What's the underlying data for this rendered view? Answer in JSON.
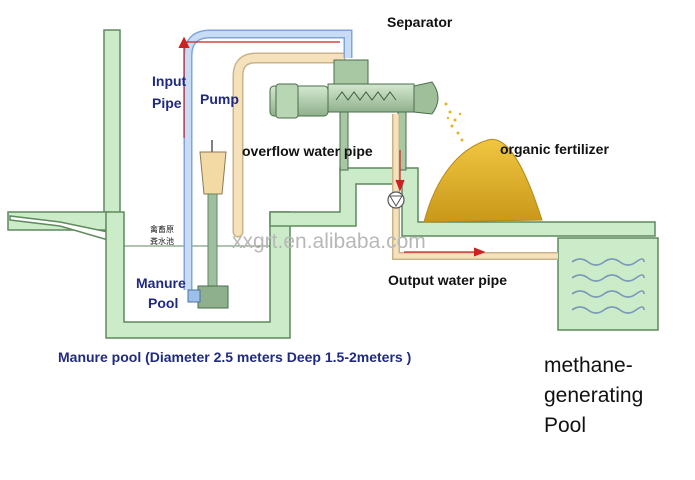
{
  "labels": {
    "separator": "Separator",
    "input_pipe_line1": "Input",
    "input_pipe_line2": "Pipe",
    "pump": "Pump",
    "overflow_water_pipe": "overflow water pipe",
    "organic_fertilizer": "organic fertilizer",
    "output_water_pipe": "Output water pipe",
    "manure_pool_line1": "Manure",
    "manure_pool_line2": "Pool",
    "manure_pool_caption": "Manure pool (Diameter 2.5 meters Deep 1.5-2meters )",
    "methane_line1": "methane-",
    "methane_line2": "generating",
    "methane_line3": "Pool",
    "tank_sign_line1": "禽畜原",
    "tank_sign_line2": "粪水池",
    "watermark": "xxgrt.en.alibaba.com"
  },
  "colors": {
    "structure_fill": "#ccebc9",
    "structure_stroke": "#5e8a5e",
    "input_pipe": "#a8c8f0",
    "overflow_pipe": "#f5e2bd",
    "flow_arrow": "#cc2222",
    "fertilizer": "#e2b42a",
    "water_wave": "#7a9ab8",
    "label_blue": "#1f2a80",
    "label_black": "#111111"
  }
}
